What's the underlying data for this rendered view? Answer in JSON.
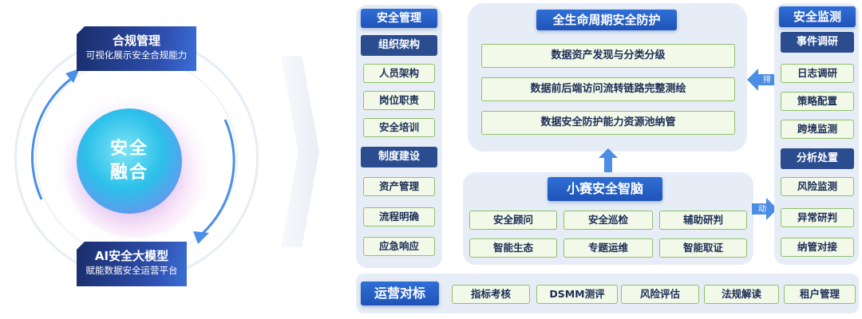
{
  "left": {
    "core_line1": "安全",
    "core_line2": "融合",
    "top_tag": {
      "title": "合规管理",
      "subtitle": "可视化展示安全合规能力"
    },
    "bottom_tag": {
      "title": "AI安全大模型",
      "subtitle": "赋能数据安全运营平台"
    }
  },
  "security_mgmt": {
    "title": "安全管理",
    "group1": {
      "title": "组织架构",
      "items": [
        "人员架构",
        "岗位职责",
        "安全培训"
      ]
    },
    "group2": {
      "title": "制度建设",
      "items": [
        "资产管理",
        "流程明确",
        "应急响应"
      ]
    }
  },
  "lifecycle": {
    "title": "全生命周期安全防护",
    "items": [
      "数据资产发现与分类分级",
      "数据前后端访问流转链路完整测绘",
      "数据安全防护能力资源池纳管"
    ]
  },
  "brain": {
    "title": "小赛安全智脑",
    "items": [
      "安全顾问",
      "安全巡检",
      "辅助研判",
      "智能生态",
      "专题运维",
      "智能取证"
    ]
  },
  "monitoring": {
    "title": "安全监测",
    "group1": {
      "title": "事件调研",
      "items": [
        "日志调研",
        "策略配置",
        "跨境监测"
      ]
    },
    "group2": {
      "title": "分析处置",
      "items": [
        "风险监测",
        "异常研判",
        "纳管对接"
      ]
    },
    "arrow_top_label": "编排",
    "arrow_bot_label": "联动"
  },
  "operations": {
    "title": "运营对标",
    "items": [
      "指标考核",
      "DSMM测评",
      "风险评估",
      "法规解读",
      "租户管理"
    ]
  },
  "colors": {
    "header_blue": "#1f53b8",
    "sub_navy": "#2b4d8f",
    "item_green_border": "#8ec06a",
    "panel_bg": "#e7edf6"
  }
}
